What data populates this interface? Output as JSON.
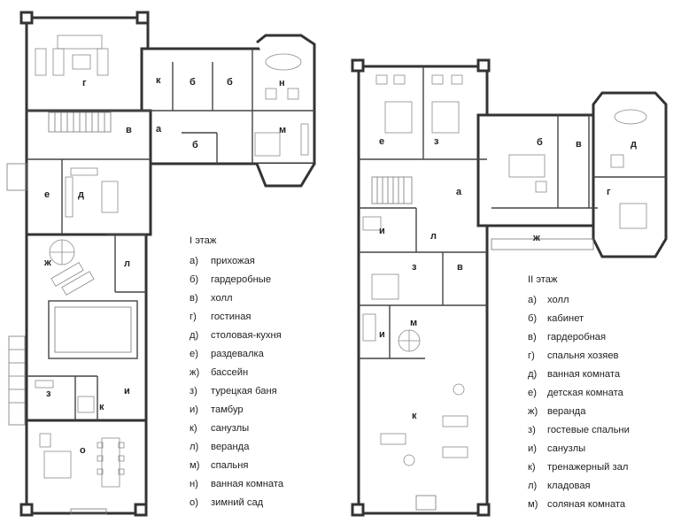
{
  "floor1": {
    "title": "I этаж",
    "items": [
      {
        "key": "а)",
        "label": "прихожая"
      },
      {
        "key": "б)",
        "label": "гардеробные"
      },
      {
        "key": "в)",
        "label": "холл"
      },
      {
        "key": "г)",
        "label": "гостиная"
      },
      {
        "key": "д)",
        "label": "столовая-кухня"
      },
      {
        "key": "е)",
        "label": "раздевалка"
      },
      {
        "key": "ж)",
        "label": "бассейн"
      },
      {
        "key": "з)",
        "label": "турецкая баня"
      },
      {
        "key": "и)",
        "label": "тамбур"
      },
      {
        "key": "к)",
        "label": "санузлы"
      },
      {
        "key": "л)",
        "label": "веранда"
      },
      {
        "key": "м)",
        "label": "спальня"
      },
      {
        "key": "н)",
        "label": "ванная комната"
      },
      {
        "key": "о)",
        "label": "зимний сад"
      }
    ],
    "rooms": [
      "г",
      "к",
      "б",
      "б",
      "н",
      "в",
      "а",
      "б",
      "м",
      "е",
      "д",
      "ж",
      "л",
      "з",
      "и",
      "к",
      "о"
    ]
  },
  "floor2": {
    "title": "II этаж",
    "items": [
      {
        "key": "а)",
        "label": "холл"
      },
      {
        "key": "б)",
        "label": "кабинет"
      },
      {
        "key": "в)",
        "label": "гардеробная"
      },
      {
        "key": "г)",
        "label": "спальня хозяев"
      },
      {
        "key": "д)",
        "label": "ванная комната"
      },
      {
        "key": "е)",
        "label": "детская комната"
      },
      {
        "key": "ж)",
        "label": "веранда"
      },
      {
        "key": "з)",
        "label": "гостевые спальни"
      },
      {
        "key": "и)",
        "label": "санузлы"
      },
      {
        "key": "к)",
        "label": "тренажерный зал"
      },
      {
        "key": "л)",
        "label": "кладовая"
      },
      {
        "key": "м)",
        "label": "соляная комната"
      }
    ],
    "rooms": [
      "е",
      "з",
      "б",
      "в",
      "д",
      "а",
      "г",
      "и",
      "л",
      "ж",
      "з",
      "в",
      "и",
      "м",
      "к"
    ]
  }
}
